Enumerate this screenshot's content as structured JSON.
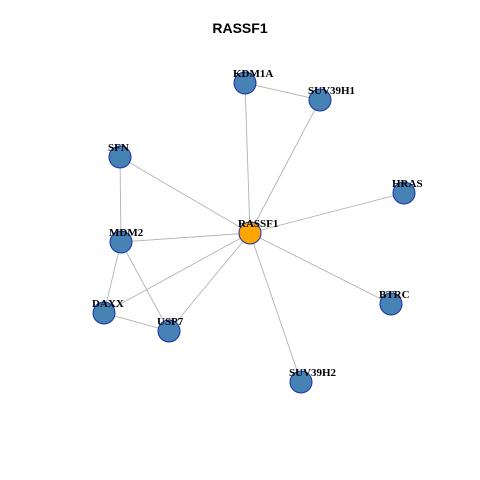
{
  "title": "RASSF1",
  "colors": {
    "hub_node": "#ffa500",
    "node": "#4682b4",
    "node_border": "#1a2fa8",
    "edge": "#b3b3b3"
  },
  "nodes": [
    {
      "id": "RASSF1",
      "label": "RASSF1",
      "hub": true
    },
    {
      "id": "KDM1A",
      "label": "KDM1A",
      "hub": false
    },
    {
      "id": "SUV39H1",
      "label": "SUV39H1",
      "hub": false
    },
    {
      "id": "SFN",
      "label": "SFN",
      "hub": false
    },
    {
      "id": "HRAS",
      "label": "HRAS",
      "hub": false
    },
    {
      "id": "MDM2",
      "label": "MDM2",
      "hub": false
    },
    {
      "id": "DAXX",
      "label": "DAXX",
      "hub": false
    },
    {
      "id": "USP7",
      "label": "USP7",
      "hub": false
    },
    {
      "id": "BTRC",
      "label": "BTRC",
      "hub": false
    },
    {
      "id": "SUV39H2",
      "label": "SUV39H2",
      "hub": false
    }
  ],
  "edges": [
    [
      "RASSF1",
      "KDM1A"
    ],
    [
      "RASSF1",
      "SUV39H1"
    ],
    [
      "KDM1A",
      "SUV39H1"
    ],
    [
      "RASSF1",
      "SFN"
    ],
    [
      "RASSF1",
      "HRAS"
    ],
    [
      "RASSF1",
      "MDM2"
    ],
    [
      "RASSF1",
      "DAXX"
    ],
    [
      "RASSF1",
      "USP7"
    ],
    [
      "RASSF1",
      "BTRC"
    ],
    [
      "RASSF1",
      "SUV39H2"
    ],
    [
      "SFN",
      "MDM2"
    ],
    [
      "MDM2",
      "DAXX"
    ],
    [
      "MDM2",
      "USP7"
    ],
    [
      "DAXX",
      "USP7"
    ]
  ]
}
